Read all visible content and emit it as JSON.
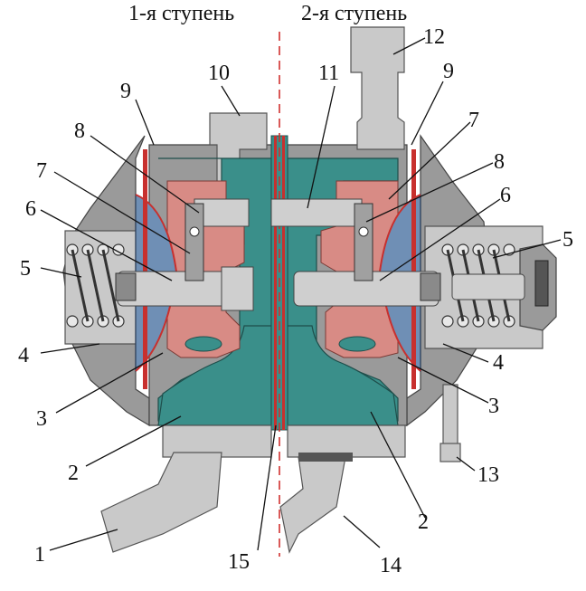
{
  "header": {
    "stage1": "1-я ступень",
    "stage2": "2-я ступень"
  },
  "labels": {
    "n1": "1",
    "n2_left": "2",
    "n2_right": "2",
    "n3_left": "3",
    "n3_right": "3",
    "n4_left": "4",
    "n4_right": "4",
    "n5_left": "5",
    "n5_right": "5",
    "n6_left": "6",
    "n6_right": "6",
    "n7_left": "7",
    "n7_right": "7",
    "n8_left": "8",
    "n8_right": "8",
    "n9_left": "9",
    "n9_right": "9",
    "n10": "10",
    "n11": "11",
    "n12": "12",
    "n13": "13",
    "n14": "14",
    "n15": "15"
  },
  "colors": {
    "housing": "#9a9a9a",
    "chamber": "#3a8f8a",
    "membrane": "#6f8fb5",
    "valve_body": "#d88b85",
    "gasket": "#c8302e",
    "divider": "#d0302e"
  }
}
